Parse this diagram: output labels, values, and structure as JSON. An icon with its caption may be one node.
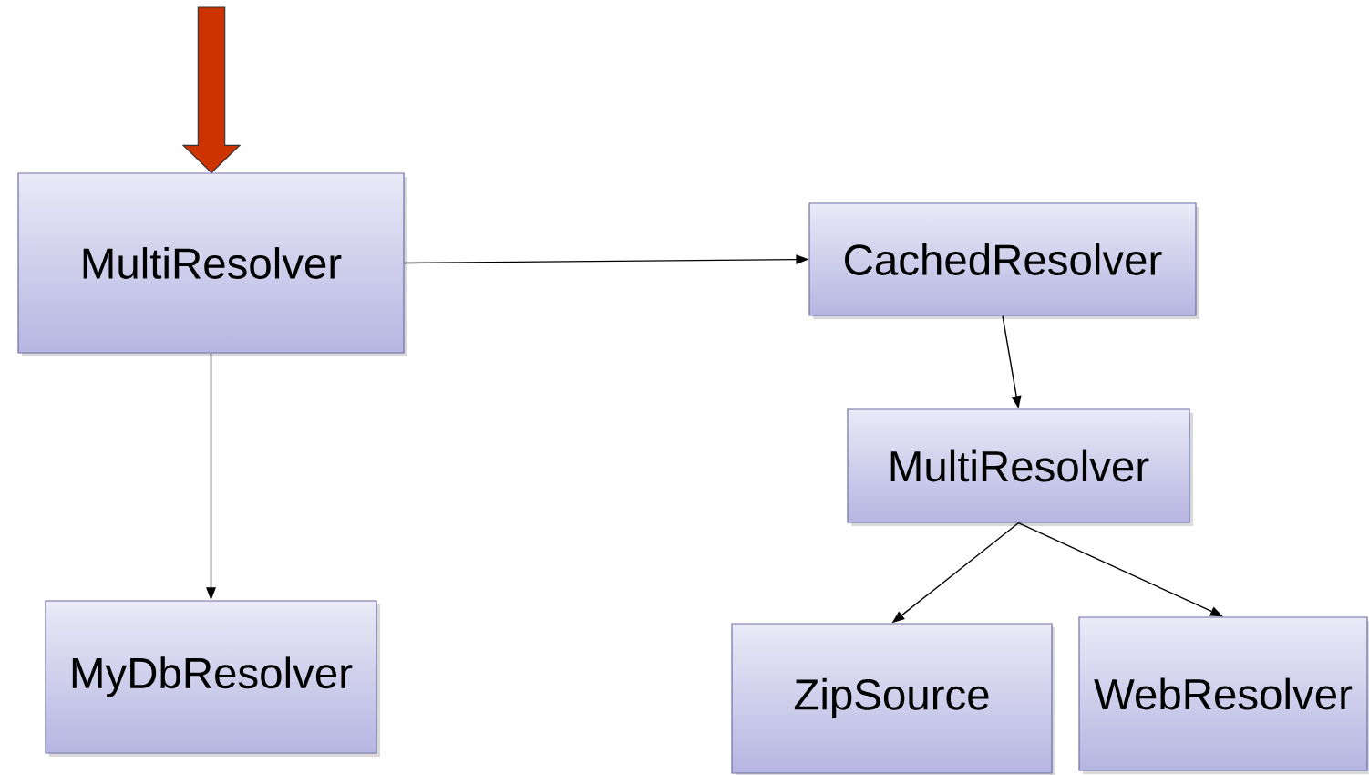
{
  "diagram": {
    "nodes": [
      {
        "text": [
          "MultiResolver"
        ]
      },
      {
        "text": [
          "CachedResolver"
        ]
      },
      {
        "text": [
          "MultiResolver"
        ]
      },
      {
        "text": [
          "MyDbResolver"
        ]
      },
      {
        "text": [
          "ZipSource"
        ]
      },
      {
        "text": [
          "WebResolver"
        ]
      }
    ],
    "edges": [
      {
        "from": null,
        "to": 0,
        "arrow": "to",
        "style": "thick",
        "color": "#cc3300"
      },
      {
        "from": 0,
        "to": 1,
        "arrow": "to"
      },
      {
        "from": 0,
        "to": 3,
        "arrow": "to"
      },
      {
        "from": 1,
        "to": 2,
        "arrow": "to"
      },
      {
        "from": 2,
        "to": 4,
        "arrow": "to"
      },
      {
        "from": 2,
        "to": 5,
        "arrow": "to"
      }
    ]
  }
}
